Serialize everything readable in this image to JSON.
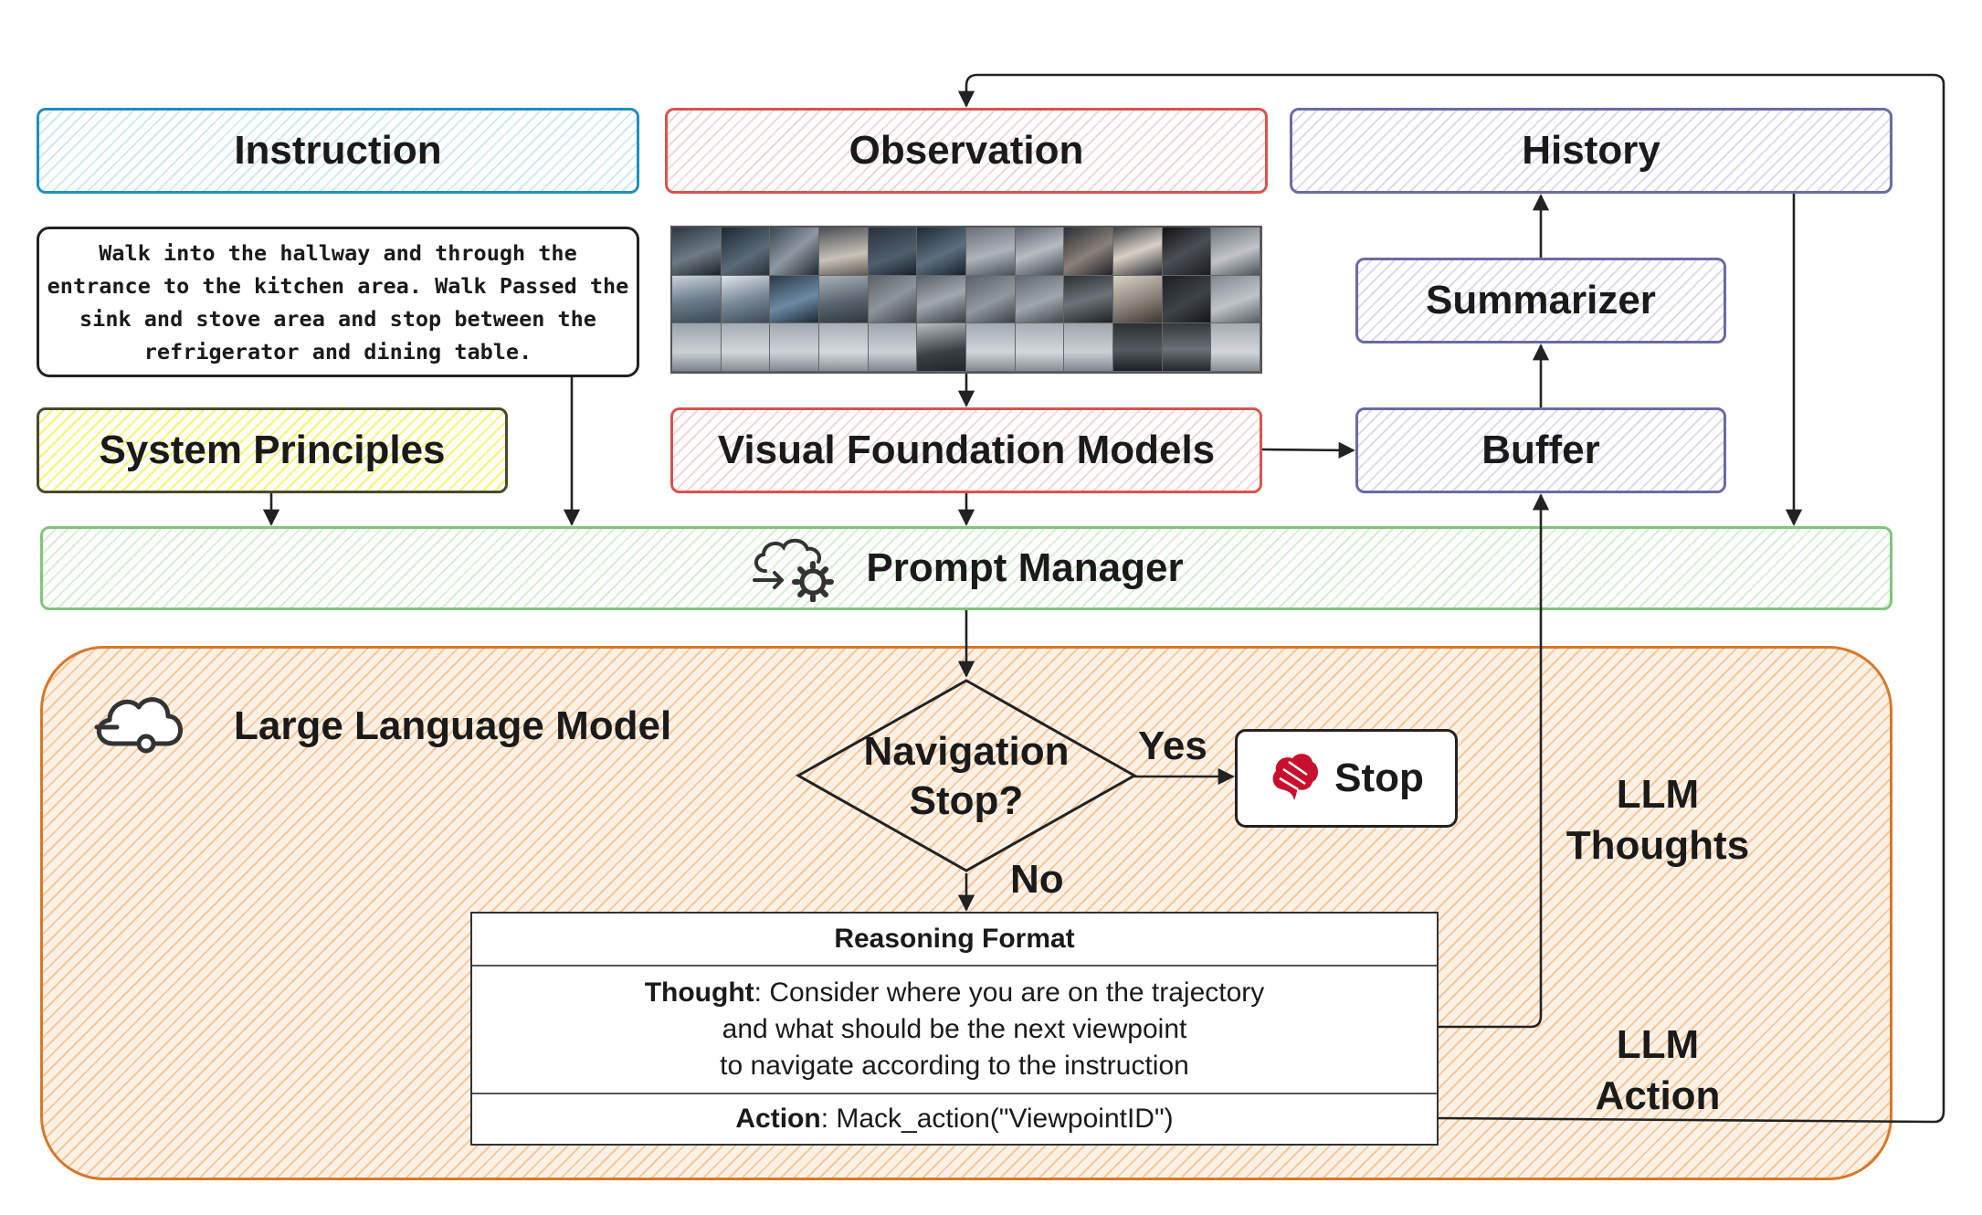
{
  "boxes": {
    "instruction": "Instruction",
    "observation": "Observation",
    "history": "History",
    "summarizer": "Summarizer",
    "buffer": "Buffer",
    "system_principles": "System Principles",
    "visual_foundation_models": "Visual Foundation Models",
    "prompt_manager": "Prompt Manager"
  },
  "instruction_text": "Walk into the hallway and through the entrance to the kitchen area. Walk Passed the sink and stove area and stop between the refrigerator and dining table.",
  "llm": {
    "title": "Large Language Model",
    "decision": [
      "Navigation",
      "Stop?"
    ],
    "yes": "Yes",
    "no": "No",
    "stop": "Stop",
    "thoughts_label": [
      "LLM",
      "Thoughts"
    ],
    "action_label": [
      "LLM",
      "Action"
    ]
  },
  "reasoning": {
    "header": "Reasoning Format",
    "thought_key": "Thought",
    "thought_lines": [
      ": Consider where you are on the trajectory",
      "and what should be the next viewpoint",
      "to navigate according to the instruction"
    ],
    "action_key": "Action",
    "action_value": ": Mack_action(\"ViewpointID\")"
  },
  "colors": {
    "instruction": "#1f8fc2",
    "observation": "#d9534f",
    "history": "#6c6aa6",
    "system": "#fbf36e",
    "prompt": "#7fc57a",
    "llm": "#d8782a",
    "stop_icon": "#c8102e"
  },
  "icons": [
    "cloud-gear-icon",
    "cloud-link-icon",
    "brain-icon"
  ]
}
